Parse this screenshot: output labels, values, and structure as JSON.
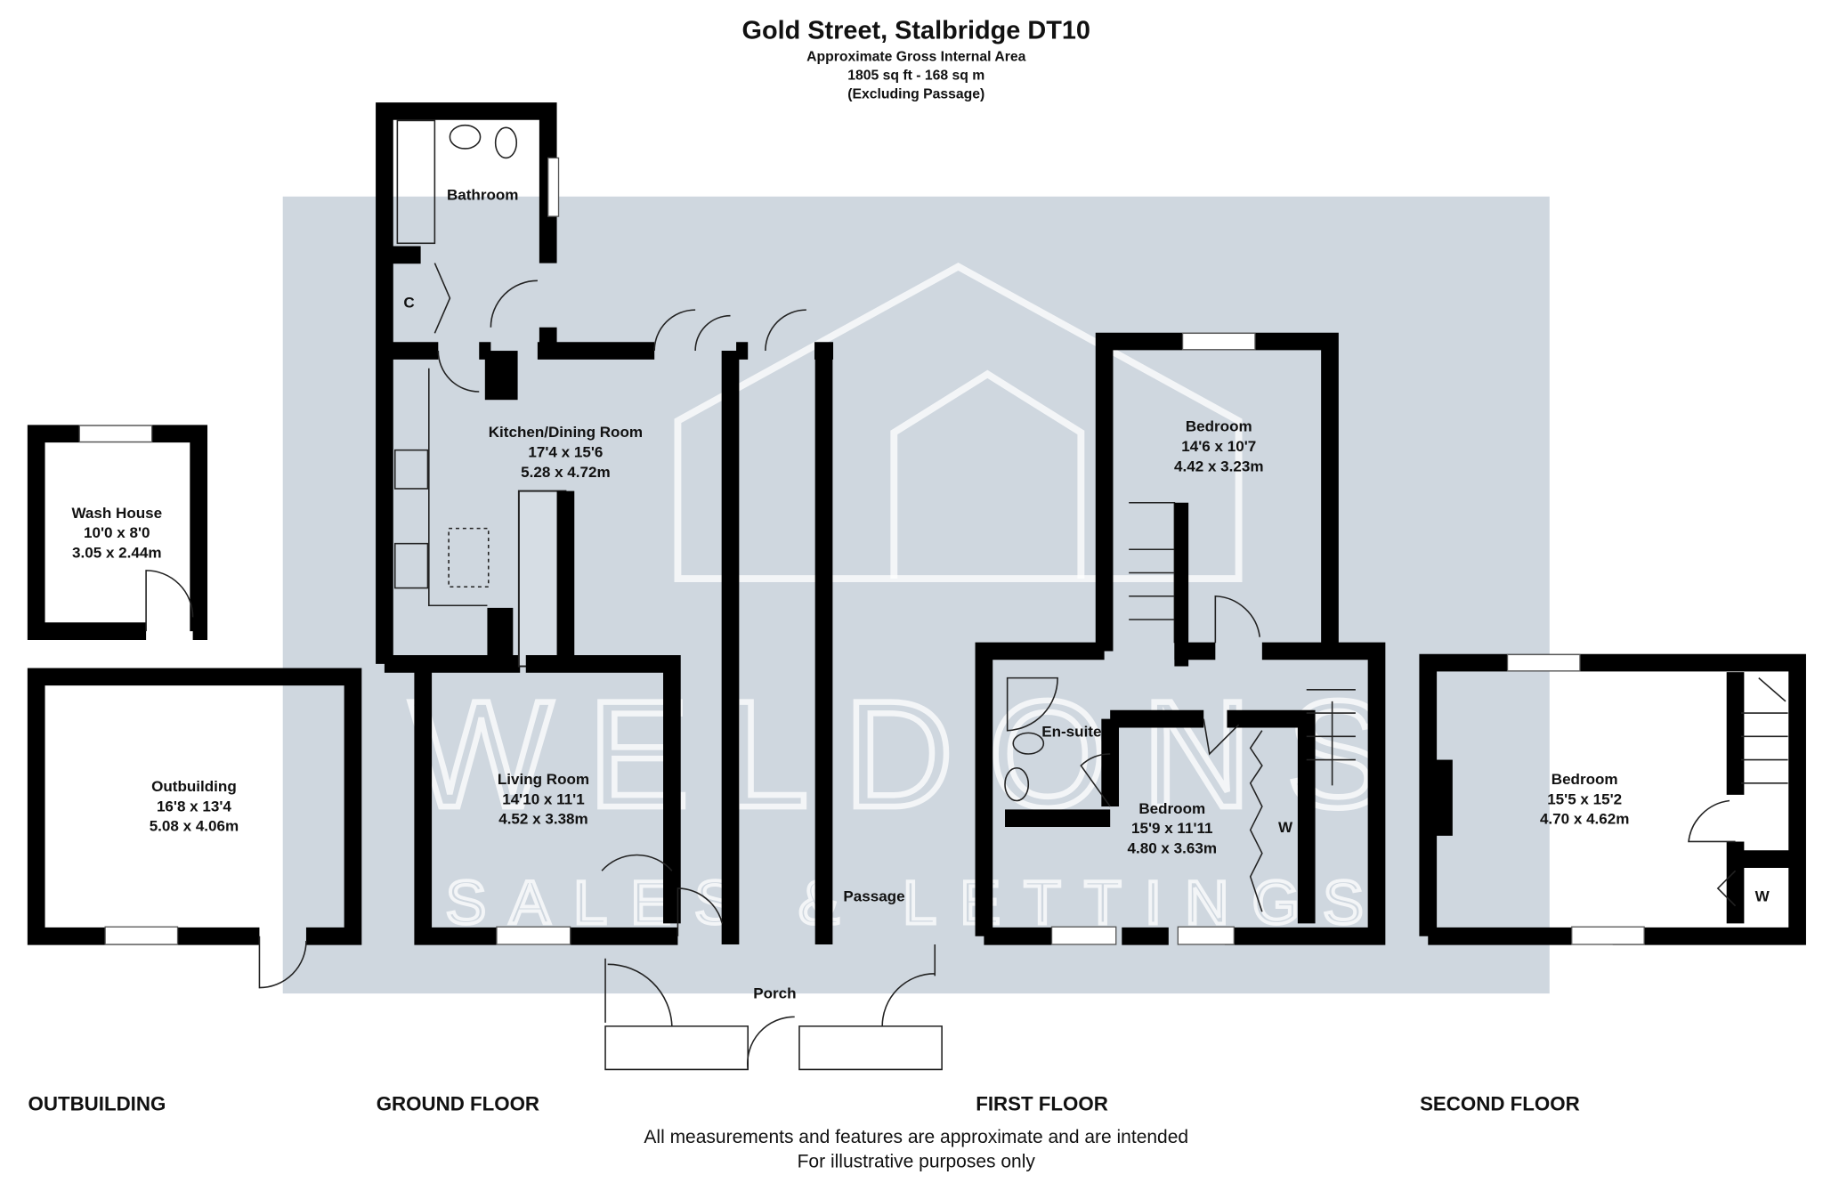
{
  "header": {
    "title": "Gold Street, Stalbridge DT10",
    "subtitle": "Approximate Gross Internal Area",
    "area": "1805 sq ft - 168 sq m",
    "note": "(Excluding Passage)"
  },
  "watermark": {
    "brand": "WELDONS",
    "tagline": "SALES & LETTINGS",
    "color": "#cfd7df"
  },
  "rooms": {
    "wash_house": {
      "name": "Wash House",
      "imperial": "10'0 x 8'0",
      "metric": "3.05 x 2.44m"
    },
    "outbuilding": {
      "name": "Outbuilding",
      "imperial": "16'8 x 13'4",
      "metric": "5.08 x 4.06m"
    },
    "bathroom": {
      "name": "Bathroom"
    },
    "cupboard": {
      "name": "C"
    },
    "kitchen": {
      "name": "Kitchen/Dining Room",
      "imperial": "17'4 x 15'6",
      "metric": "5.28 x 4.72m"
    },
    "living": {
      "name": "Living Room",
      "imperial": "14'10 x 11'1",
      "metric": "4.52 x 3.38m"
    },
    "passage": {
      "name": "Passage"
    },
    "porch": {
      "name": "Porch"
    },
    "bedroom1": {
      "name": "Bedroom",
      "imperial": "14'6 x 10'7",
      "metric": "4.42 x 3.23m"
    },
    "ensuite": {
      "name": "En-suite"
    },
    "bedroom2": {
      "name": "Bedroom",
      "imperial": "15'9 x 11'11",
      "metric": "4.80 x 3.63m"
    },
    "wardrobe1": {
      "name": "W"
    },
    "bedroom3": {
      "name": "Bedroom",
      "imperial": "15'5 x 15'2",
      "metric": "4.70 x 4.62m"
    },
    "wardrobe2": {
      "name": "W"
    }
  },
  "floor_labels": {
    "outbuilding": "OUTBUILDING",
    "ground": "GROUND FLOOR",
    "first": "FIRST FLOOR",
    "second": "SECOND FLOOR"
  },
  "footer": {
    "line1": "All measurements and features are approximate and are intended",
    "line2": "For illustrative purposes only"
  }
}
